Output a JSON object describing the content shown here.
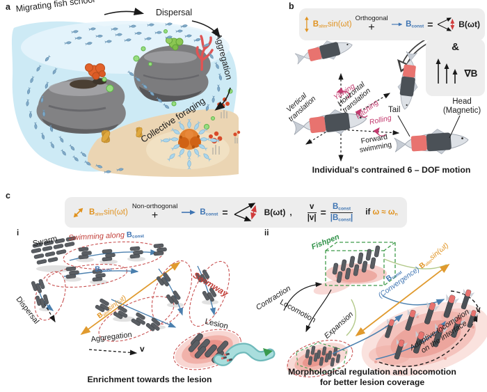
{
  "panel_a": {
    "label": "a",
    "migrating": "Migrating fish school",
    "dispersal": "Dispersal",
    "aggregation": "Aggregation",
    "foraging": "Collective foraging"
  },
  "panel_b": {
    "label": "b",
    "orthogonal": "Orthogonal",
    "B": "B",
    "alter": "alter",
    "sin": "sin(ωt)",
    "plus": "+",
    "const": "const",
    "equals": "=",
    "bwt": "B(ωt)",
    "amp": "&",
    "gradB": "∇B",
    "vertical": "Vertical\ntranslation",
    "yawing": "Yawing",
    "horizontal": "Horizontal\ntranslation",
    "pitching": "Pitching",
    "rolling": "Rolling",
    "forward": "Forward\nswimming",
    "tail": "Tail",
    "head": "Head",
    "magnetic": "(Magnetic)",
    "caption": "Individual's contrained 6 – DOF motion"
  },
  "panel_c": {
    "label": "c",
    "non_orthogonal": "Non-orthogonal",
    "B": "B",
    "alter": "alter",
    "sin": "sin(ωt)",
    "plus": "+",
    "const": "const",
    "equals": "=",
    "bwt": "B(ωt)",
    "comma": ",",
    "v": "v",
    "abs_v": "|v|",
    "absB_open": "|B",
    "absB_close": "|",
    "if": "if",
    "omega": "ω ≈ ω",
    "omega_sub": "n"
  },
  "panel_ci": {
    "label": "i",
    "swarm": "Swarm",
    "swimming": "Swimming along ",
    "B": "B",
    "const": "const",
    "swimway": "Swimway",
    "alter": "alter",
    "sin": "sin(ωt)",
    "dispersal": "Dispersal",
    "aggregation": "Aggregation",
    "v": "v",
    "lesion": "Lesion",
    "caption": "Enrichment towards the lesion"
  },
  "panel_cii": {
    "label": "ii",
    "fishpen": "Fishpen",
    "contraction": "Contraction",
    "locomotion": "Locomotion",
    "expansion": "Expansion",
    "B": "B",
    "const": "const",
    "convergence": "(Convergence)",
    "alter": "alter",
    "sin": "sin(ωt)",
    "v": "v",
    "adaptive": "Adaptive locomotion\non the interface",
    "caption1": "Morphological regulation and locomotion",
    "caption2": "for better lesion coverage"
  },
  "colors": {
    "orange": "#E0921F",
    "blue": "#3E74B2",
    "red_vector": "#D03C3C",
    "label_red": "#C2403A",
    "rotation_pink": "#C23A6E",
    "fishpen_green": "#2E9147",
    "gray_box": "#EDEDED",
    "fish_dark": "#4B5157",
    "fish_red": "#E8736F",
    "lesion_red": "#E68A80"
  }
}
